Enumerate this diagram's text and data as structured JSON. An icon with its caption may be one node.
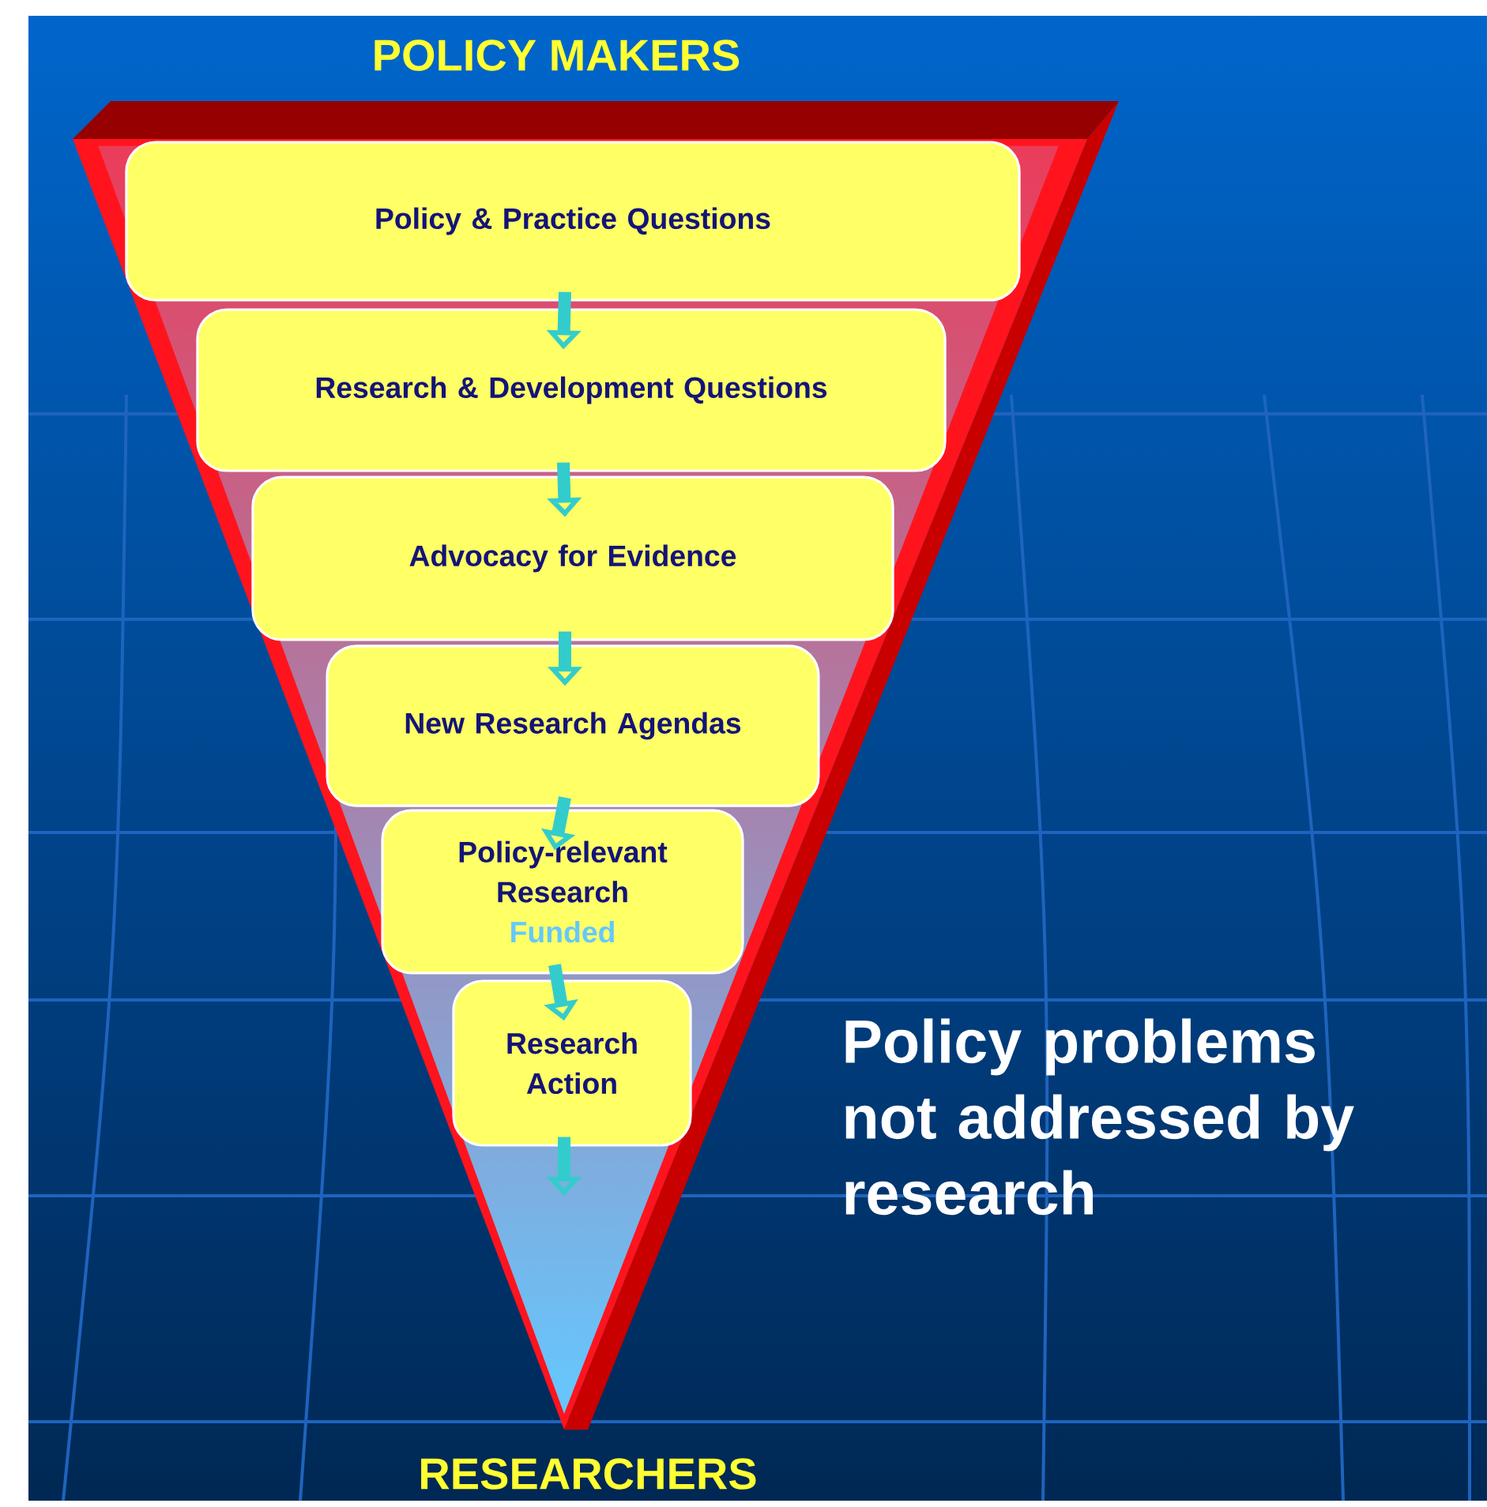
{
  "diagram": {
    "nodes": [
      {
        "text": [
          "Policy & Practice Questions"
        ]
      },
      {
        "text": [
          "Research & Development Questions"
        ]
      },
      {
        "text": [
          "Advocacy for Evidence"
        ]
      },
      {
        "text": [
          "New Research Agendas"
        ]
      },
      {
        "text": [
          "Policy-relevant Research",
          "Funded"
        ]
      },
      {
        "text": [
          "Research Action"
        ]
      }
    ],
    "edges": [
      {
        "from": 0,
        "to": 1,
        "arrow": "to"
      },
      {
        "from": 1,
        "to": 2,
        "arrow": "to"
      },
      {
        "from": 2,
        "to": 3,
        "arrow": "to"
      },
      {
        "from": 3,
        "to": 4,
        "arrow": "to"
      },
      {
        "from": 4,
        "to": 5,
        "arrow": "to"
      },
      {
        "from": 5,
        "to": null,
        "arrow": "to"
      }
    ],
    "labels": [
      "POLICY MAKERS",
      "Policy problems not addressed by research",
      "RESEARCHERS"
    ]
  }
}
